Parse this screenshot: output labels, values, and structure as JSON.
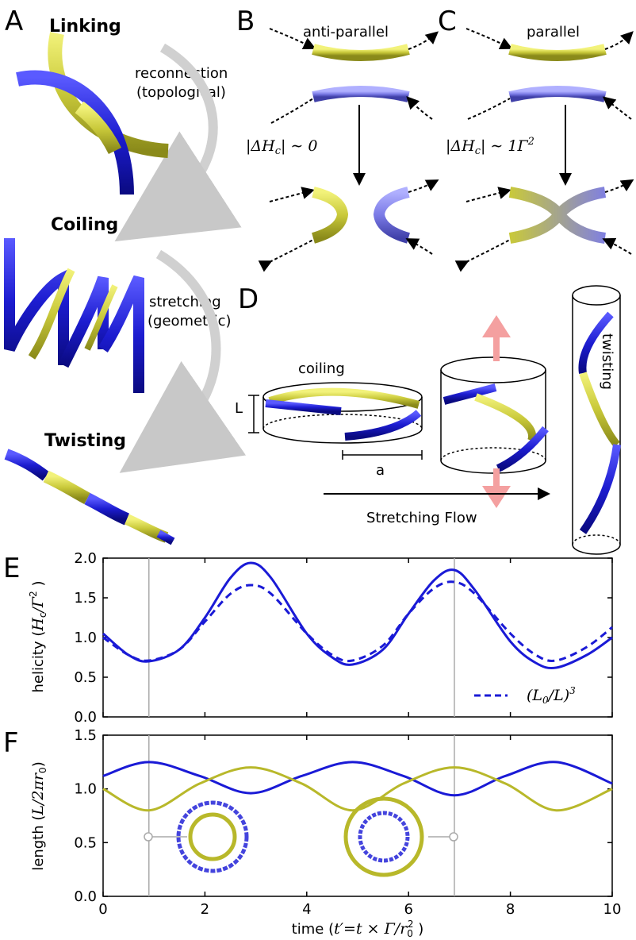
{
  "panels": {
    "A": {
      "letter": "A",
      "linking": "Linking",
      "coiling": "Coiling",
      "twisting": "Twisting",
      "arrow1_line1": "reconnection",
      "arrow1_line2": "(topological)",
      "arrow2_line1": "stretching",
      "arrow2_line2": "(geometric)"
    },
    "B": {
      "letter": "B",
      "title": "anti-parallel",
      "eq_lhs": "|ΔH",
      "eq_sub": "c",
      "eq_rhs": "| ∼ 0"
    },
    "C": {
      "letter": "C",
      "title": "parallel",
      "eq_lhs": "|ΔH",
      "eq_sub": "c",
      "eq_rhs": "| ∼ 1Γ",
      "eq_sup": "2"
    },
    "D": {
      "letter": "D",
      "coiling": "coiling",
      "twisting": "twisting",
      "L": "L",
      "a": "a",
      "flow": "Stretching Flow"
    },
    "E": {
      "letter": "E",
      "ylabel_main": "helicity (",
      "ylabel_math": "H",
      "ylabel_sub": "c",
      "ylabel_tail": "/Γ",
      "ylabel_sup": "2",
      "ylabel_close": " )",
      "legend": "(L",
      "legend_sub": "0",
      "legend_tail": "/L)",
      "legend_sup": "3"
    },
    "F": {
      "letter": "F",
      "ylabel_main": "length (",
      "ylabel_math": "L/2πr",
      "ylabel_sub": "0",
      "ylabel_close": ")",
      "xlabel_main": "time (",
      "xlabel_math": "t′=t × Γ/r",
      "xlabel_sub": "0",
      "xlabel_sup": "2",
      "xlabel_close": " )"
    }
  },
  "colors": {
    "blue": "#1a1ad6",
    "yellow": "#b8b82a",
    "grid": "#aaaaaa",
    "pink": "#f4a0a0"
  },
  "chart_data": [
    {
      "type": "line",
      "panel": "E",
      "xlim": [
        0,
        10
      ],
      "ylim": [
        0,
        2.0
      ],
      "yticks": [
        "0.0",
        "0.5",
        "1.0",
        "1.5",
        "2.0"
      ],
      "xticks": [
        0,
        2,
        4,
        6,
        8,
        10
      ],
      "vlines": [
        0.9,
        6.9
      ],
      "series": [
        {
          "name": "",
          "style": "solid",
          "color": "#1a1ad6",
          "x": [
            0,
            0.5,
            0.9,
            1.5,
            2.0,
            2.5,
            2.9,
            3.3,
            4.0,
            4.5,
            4.9,
            5.5,
            6.0,
            6.5,
            6.9,
            7.3,
            8.0,
            8.5,
            8.9,
            9.5,
            10
          ],
          "y": [
            1.05,
            0.78,
            0.7,
            0.85,
            1.25,
            1.75,
            1.94,
            1.75,
            1.05,
            0.75,
            0.66,
            0.85,
            1.3,
            1.72,
            1.85,
            1.6,
            0.95,
            0.68,
            0.62,
            0.78,
            1.0
          ]
        },
        {
          "name": "(L0/L)^3",
          "style": "dashed",
          "color": "#1a1ad6",
          "x": [
            0,
            0.5,
            0.9,
            1.5,
            2.0,
            2.5,
            2.9,
            3.3,
            4.0,
            4.5,
            4.9,
            5.5,
            6.0,
            6.5,
            6.9,
            7.3,
            8.0,
            8.5,
            8.9,
            9.5,
            10
          ],
          "y": [
            1.0,
            0.78,
            0.71,
            0.85,
            1.2,
            1.55,
            1.66,
            1.55,
            1.05,
            0.78,
            0.71,
            0.9,
            1.3,
            1.62,
            1.7,
            1.55,
            1.05,
            0.78,
            0.71,
            0.88,
            1.13
          ]
        }
      ]
    },
    {
      "type": "line",
      "panel": "F",
      "xlim": [
        0,
        10
      ],
      "ylim": [
        0,
        1.5
      ],
      "yticks": [
        "0.0",
        "0.5",
        "1.0",
        "1.5"
      ],
      "xticks": [
        0,
        2,
        4,
        6,
        8,
        10
      ],
      "vlines": [
        0.9,
        6.9
      ],
      "series": [
        {
          "name": "",
          "color": "#1a1ad6",
          "x": [
            0,
            0.9,
            1.9,
            2.9,
            3.9,
            4.9,
            5.9,
            6.9,
            7.9,
            8.9,
            10
          ],
          "y": [
            1.12,
            1.25,
            1.12,
            0.96,
            1.12,
            1.25,
            1.12,
            0.94,
            1.12,
            1.25,
            1.05
          ]
        },
        {
          "name": "",
          "color": "#b8b82a",
          "x": [
            0,
            0.9,
            1.9,
            2.9,
            3.9,
            4.9,
            5.9,
            6.9,
            7.9,
            8.9,
            10
          ],
          "y": [
            1.0,
            0.8,
            1.05,
            1.2,
            1.05,
            0.8,
            1.05,
            1.2,
            1.05,
            0.8,
            1.0
          ]
        }
      ]
    }
  ]
}
